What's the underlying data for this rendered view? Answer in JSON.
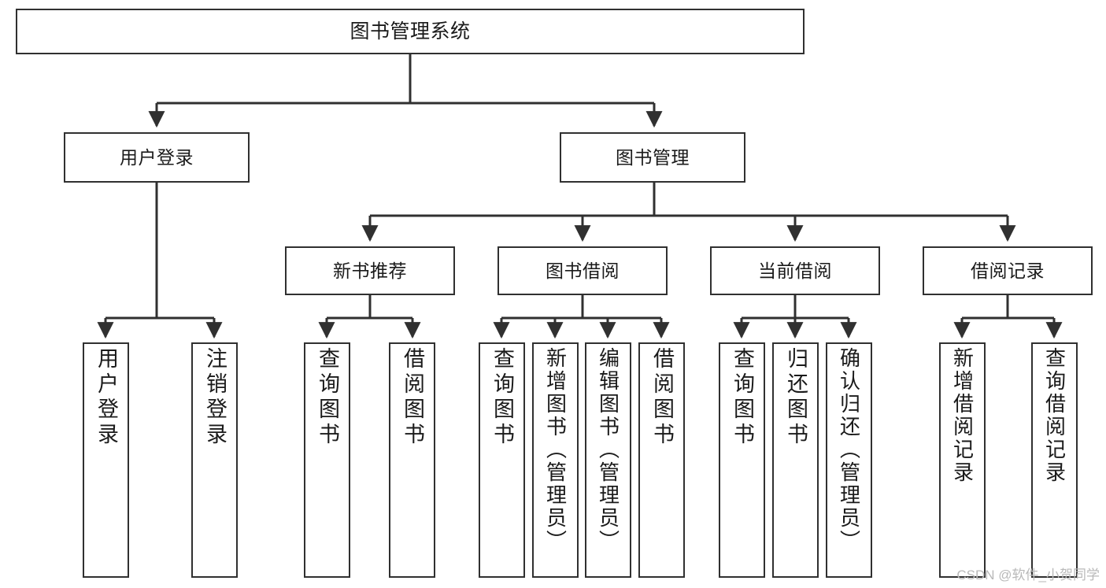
{
  "diagram": {
    "type": "tree-hierarchy",
    "title": "图书管理系统",
    "watermark": "CSDN @软件_小贺同学",
    "colors": {
      "border": "#303030",
      "background": "#ffffff",
      "text": "#1a1a1a",
      "watermark": "#b9b9b9"
    },
    "levels": {
      "root": {
        "label": "图书管理系统"
      },
      "level2": [
        {
          "id": "user-login",
          "label": "用户登录"
        },
        {
          "id": "book-manage",
          "label": "图书管理"
        }
      ],
      "level3": [
        {
          "id": "new-book-rec",
          "label": "新书推荐",
          "parent": "book-manage"
        },
        {
          "id": "book-borrow",
          "label": "图书借阅",
          "parent": "book-manage"
        },
        {
          "id": "current-borrow",
          "label": "当前借阅",
          "parent": "book-manage"
        },
        {
          "id": "borrow-record",
          "label": "借阅记录",
          "parent": "book-manage"
        }
      ],
      "leaves": [
        {
          "id": "leaf-user-login",
          "label": "用户登录",
          "parent": "user-login"
        },
        {
          "id": "leaf-user-logout",
          "label": "注销登录",
          "parent": "user-login"
        },
        {
          "id": "leaf-query-book-1",
          "label": "查询图书",
          "parent": "new-book-rec"
        },
        {
          "id": "leaf-borrow-book-1",
          "label": "借阅图书",
          "parent": "new-book-rec"
        },
        {
          "id": "leaf-query-book-2",
          "label": "查询图书",
          "parent": "book-borrow"
        },
        {
          "id": "leaf-add-book",
          "label": "新增图书（管理员）",
          "parent": "book-borrow"
        },
        {
          "id": "leaf-edit-book",
          "label": "编辑图书（管理员）",
          "parent": "book-borrow"
        },
        {
          "id": "leaf-borrow-book-2",
          "label": "借阅图书",
          "parent": "book-borrow"
        },
        {
          "id": "leaf-query-book-3",
          "label": "查询图书",
          "parent": "current-borrow"
        },
        {
          "id": "leaf-return-book",
          "label": "归还图书",
          "parent": "current-borrow"
        },
        {
          "id": "leaf-confirm-return",
          "label": "确认归还（管理员）",
          "parent": "current-borrow"
        },
        {
          "id": "leaf-add-record",
          "label": "新增借阅记录",
          "parent": "borrow-record"
        },
        {
          "id": "leaf-query-record",
          "label": "查询借阅记录",
          "parent": "borrow-record"
        }
      ]
    }
  }
}
